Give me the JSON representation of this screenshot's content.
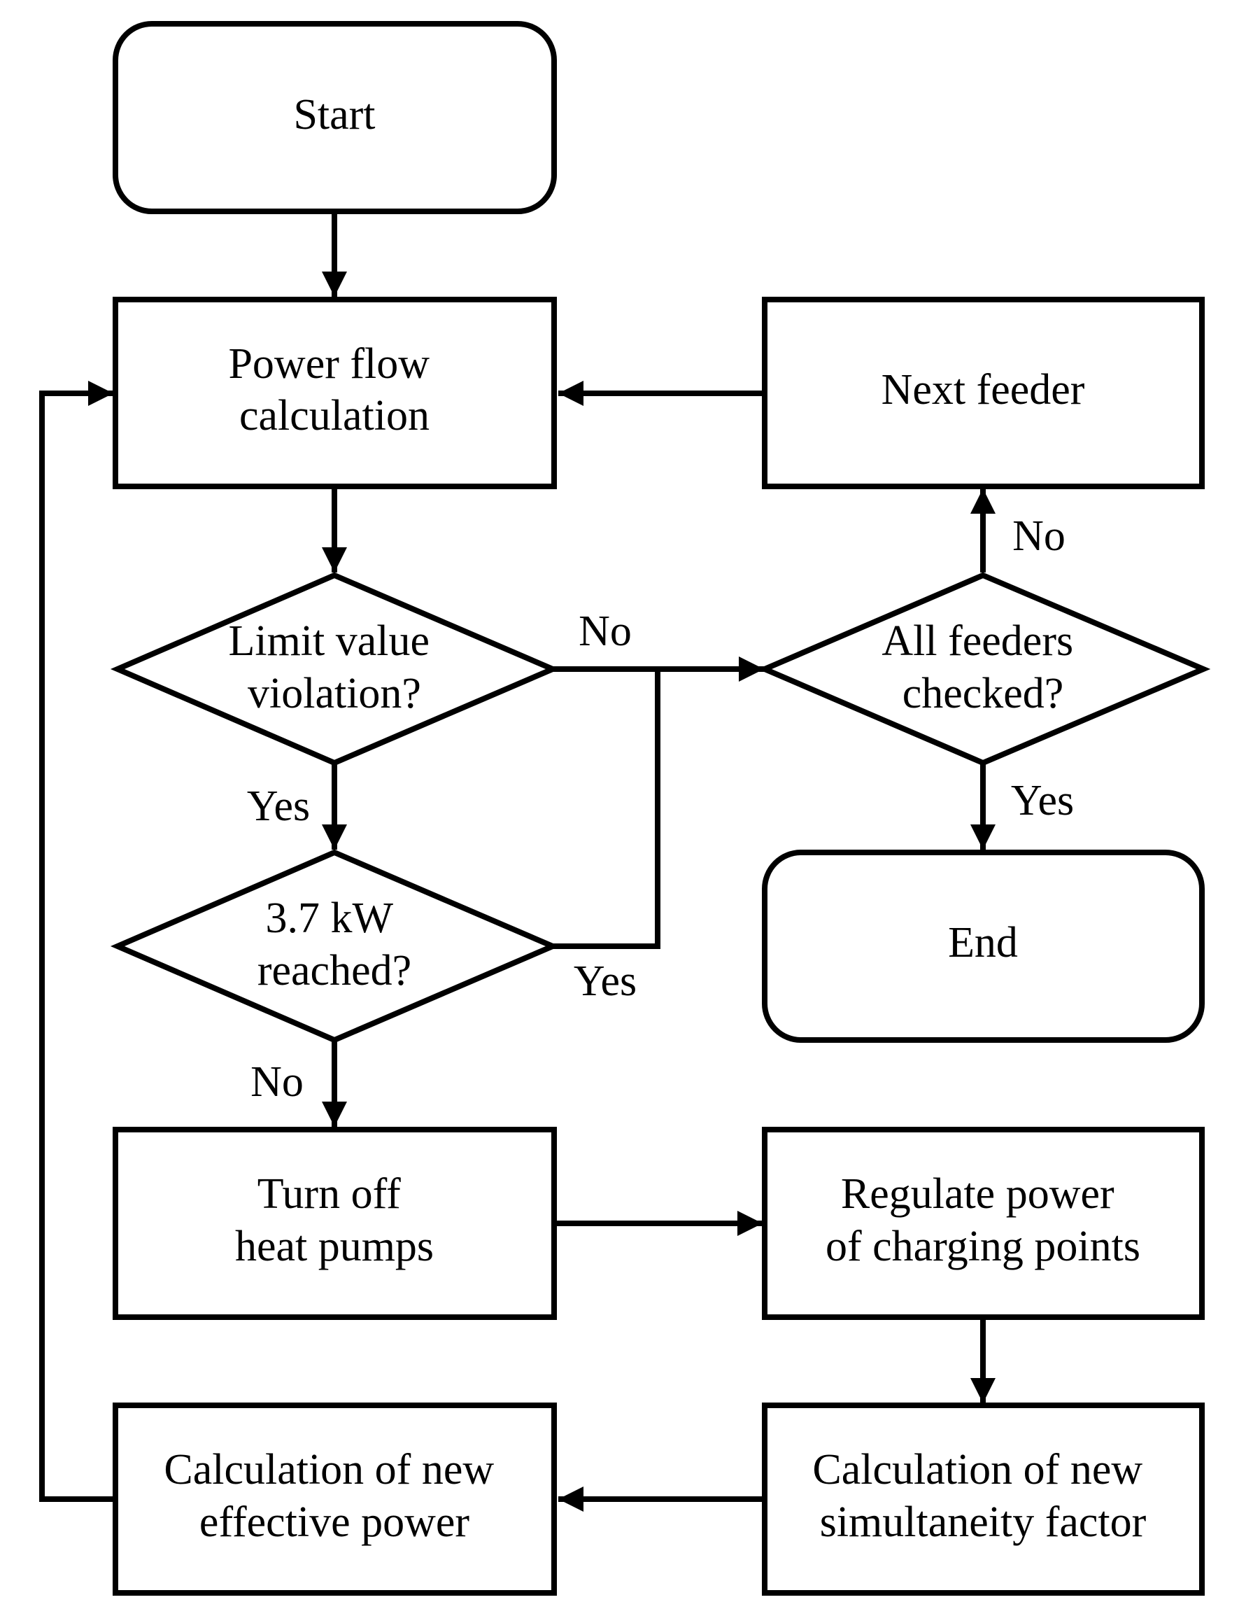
{
  "flowchart": {
    "nodes": {
      "start": "Start",
      "power_flow": [
        "Power flow",
        "calculation"
      ],
      "next_feeder": "Next feeder",
      "limit_violation": [
        "Limit value",
        "violation?"
      ],
      "all_feeders": [
        "All feeders",
        "checked?"
      ],
      "kw_reached": [
        "3.7 kW",
        "reached?"
      ],
      "end": "End",
      "turn_off": [
        "Turn off",
        "heat pumps"
      ],
      "regulate": [
        "Regulate power",
        "of charging points"
      ],
      "new_effective": [
        "Calculation of new",
        "effective power"
      ],
      "new_simultaneity": [
        "Calculation of new",
        "simultaneity factor"
      ]
    },
    "edge_labels": {
      "limit_no": "No",
      "limit_yes": "Yes",
      "feeders_no": "No",
      "feeders_yes": "Yes",
      "kw_yes": "Yes",
      "kw_no": "No"
    }
  }
}
